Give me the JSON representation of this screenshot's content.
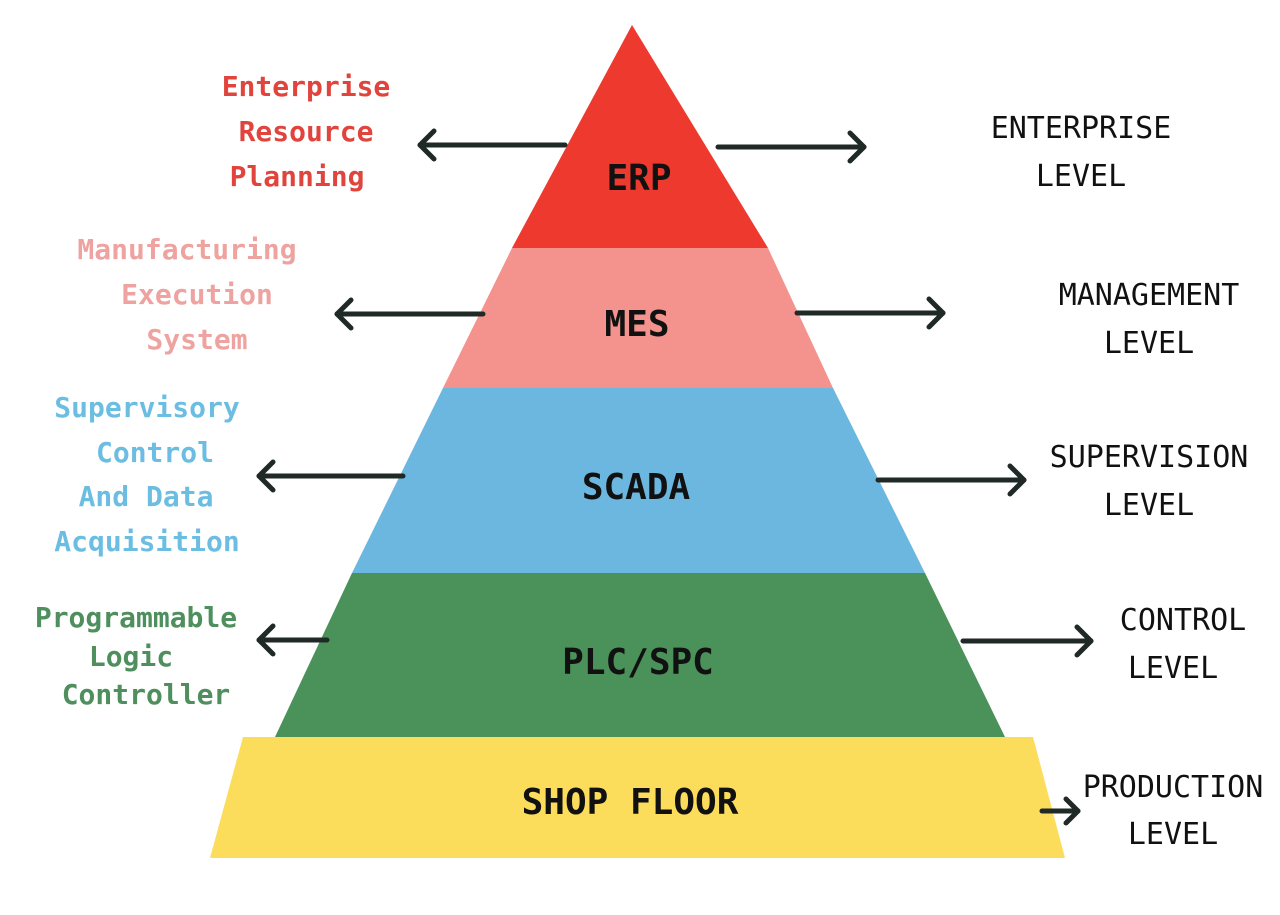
{
  "colors": {
    "erp": "#ee3a2e",
    "mes": "#f4928d",
    "scada": "#6bb7df",
    "plc": "#4b915a",
    "shop_floor": "#fbdc5b",
    "erp_text": "#e0443c",
    "mes_text": "#eea3a0",
    "scada_text": "#6cbde2",
    "plc_text": "#4f8f5e"
  },
  "layers": [
    {
      "abbr": "ERP",
      "description": [
        "Enterprise",
        "Resource",
        "Planning"
      ],
      "level": [
        "ENTERPRISE",
        "LEVEL"
      ]
    },
    {
      "abbr": "MES",
      "description": [
        "Manufacturing",
        "Execution",
        "System"
      ],
      "level": [
        "MANAGEMENT",
        "LEVEL"
      ]
    },
    {
      "abbr": "SCADA",
      "description": [
        "Supervisory",
        "Control",
        "And Data",
        "Acquisition"
      ],
      "level": [
        "SUPERVISION",
        "LEVEL"
      ]
    },
    {
      "abbr": "PLC/SPC",
      "description": [
        "Programmable",
        "Logic",
        "Controller"
      ],
      "level": [
        "CONTROL",
        "LEVEL"
      ]
    },
    {
      "abbr": "SHOP FLOOR",
      "level": [
        "PRODUCTION",
        "LEVEL"
      ]
    }
  ]
}
